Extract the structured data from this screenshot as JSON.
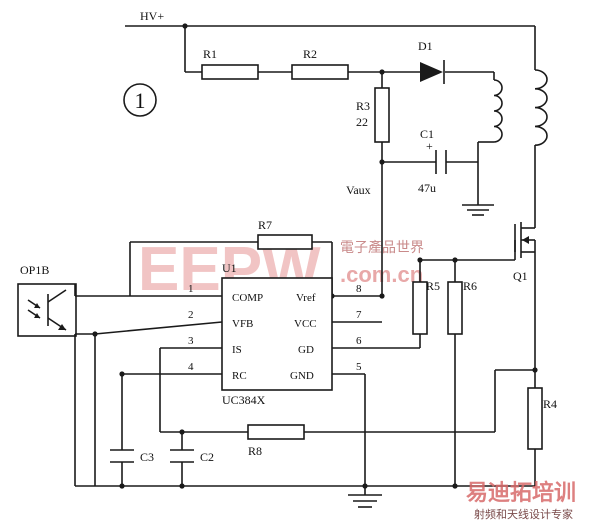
{
  "diagram": {
    "circle_number": "1",
    "labels": {
      "hv": "HV+",
      "r1": "R1",
      "r2": "R2",
      "r3": "R3",
      "r3_value": "22",
      "d1": "D1",
      "c1": "C1",
      "c1_value": "47u",
      "c1_plus": "+",
      "vaux": "Vaux",
      "r7": "R7",
      "u1": "U1",
      "op1b": "OP1B",
      "r5": "R5",
      "r6": "R6",
      "q1": "Q1",
      "r4": "R4",
      "r8": "R8",
      "c3": "C3",
      "c2": "C2",
      "chip_name": "UC384X"
    },
    "ic_pins_left": [
      {
        "num": "1",
        "name": "COMP"
      },
      {
        "num": "2",
        "name": "VFB"
      },
      {
        "num": "3",
        "name": "IS"
      },
      {
        "num": "4",
        "name": "RC"
      }
    ],
    "ic_pins_right": [
      {
        "num": "8",
        "name": "Vref"
      },
      {
        "num": "7",
        "name": "VCC"
      },
      {
        "num": "6",
        "name": "GD"
      },
      {
        "num": "5",
        "name": "GND"
      }
    ]
  },
  "watermarks": {
    "logo": "EEPW",
    "domain": ".com.cn",
    "chinese": "電子產品世界",
    "bottom_brand": "易迪拓培训",
    "bottom_caption": "射频和天线设计专家"
  },
  "colors": {
    "wire": "#1a1a1a",
    "watermark_light": "#f1c4c4",
    "watermark_dark": "#d86a6a"
  }
}
